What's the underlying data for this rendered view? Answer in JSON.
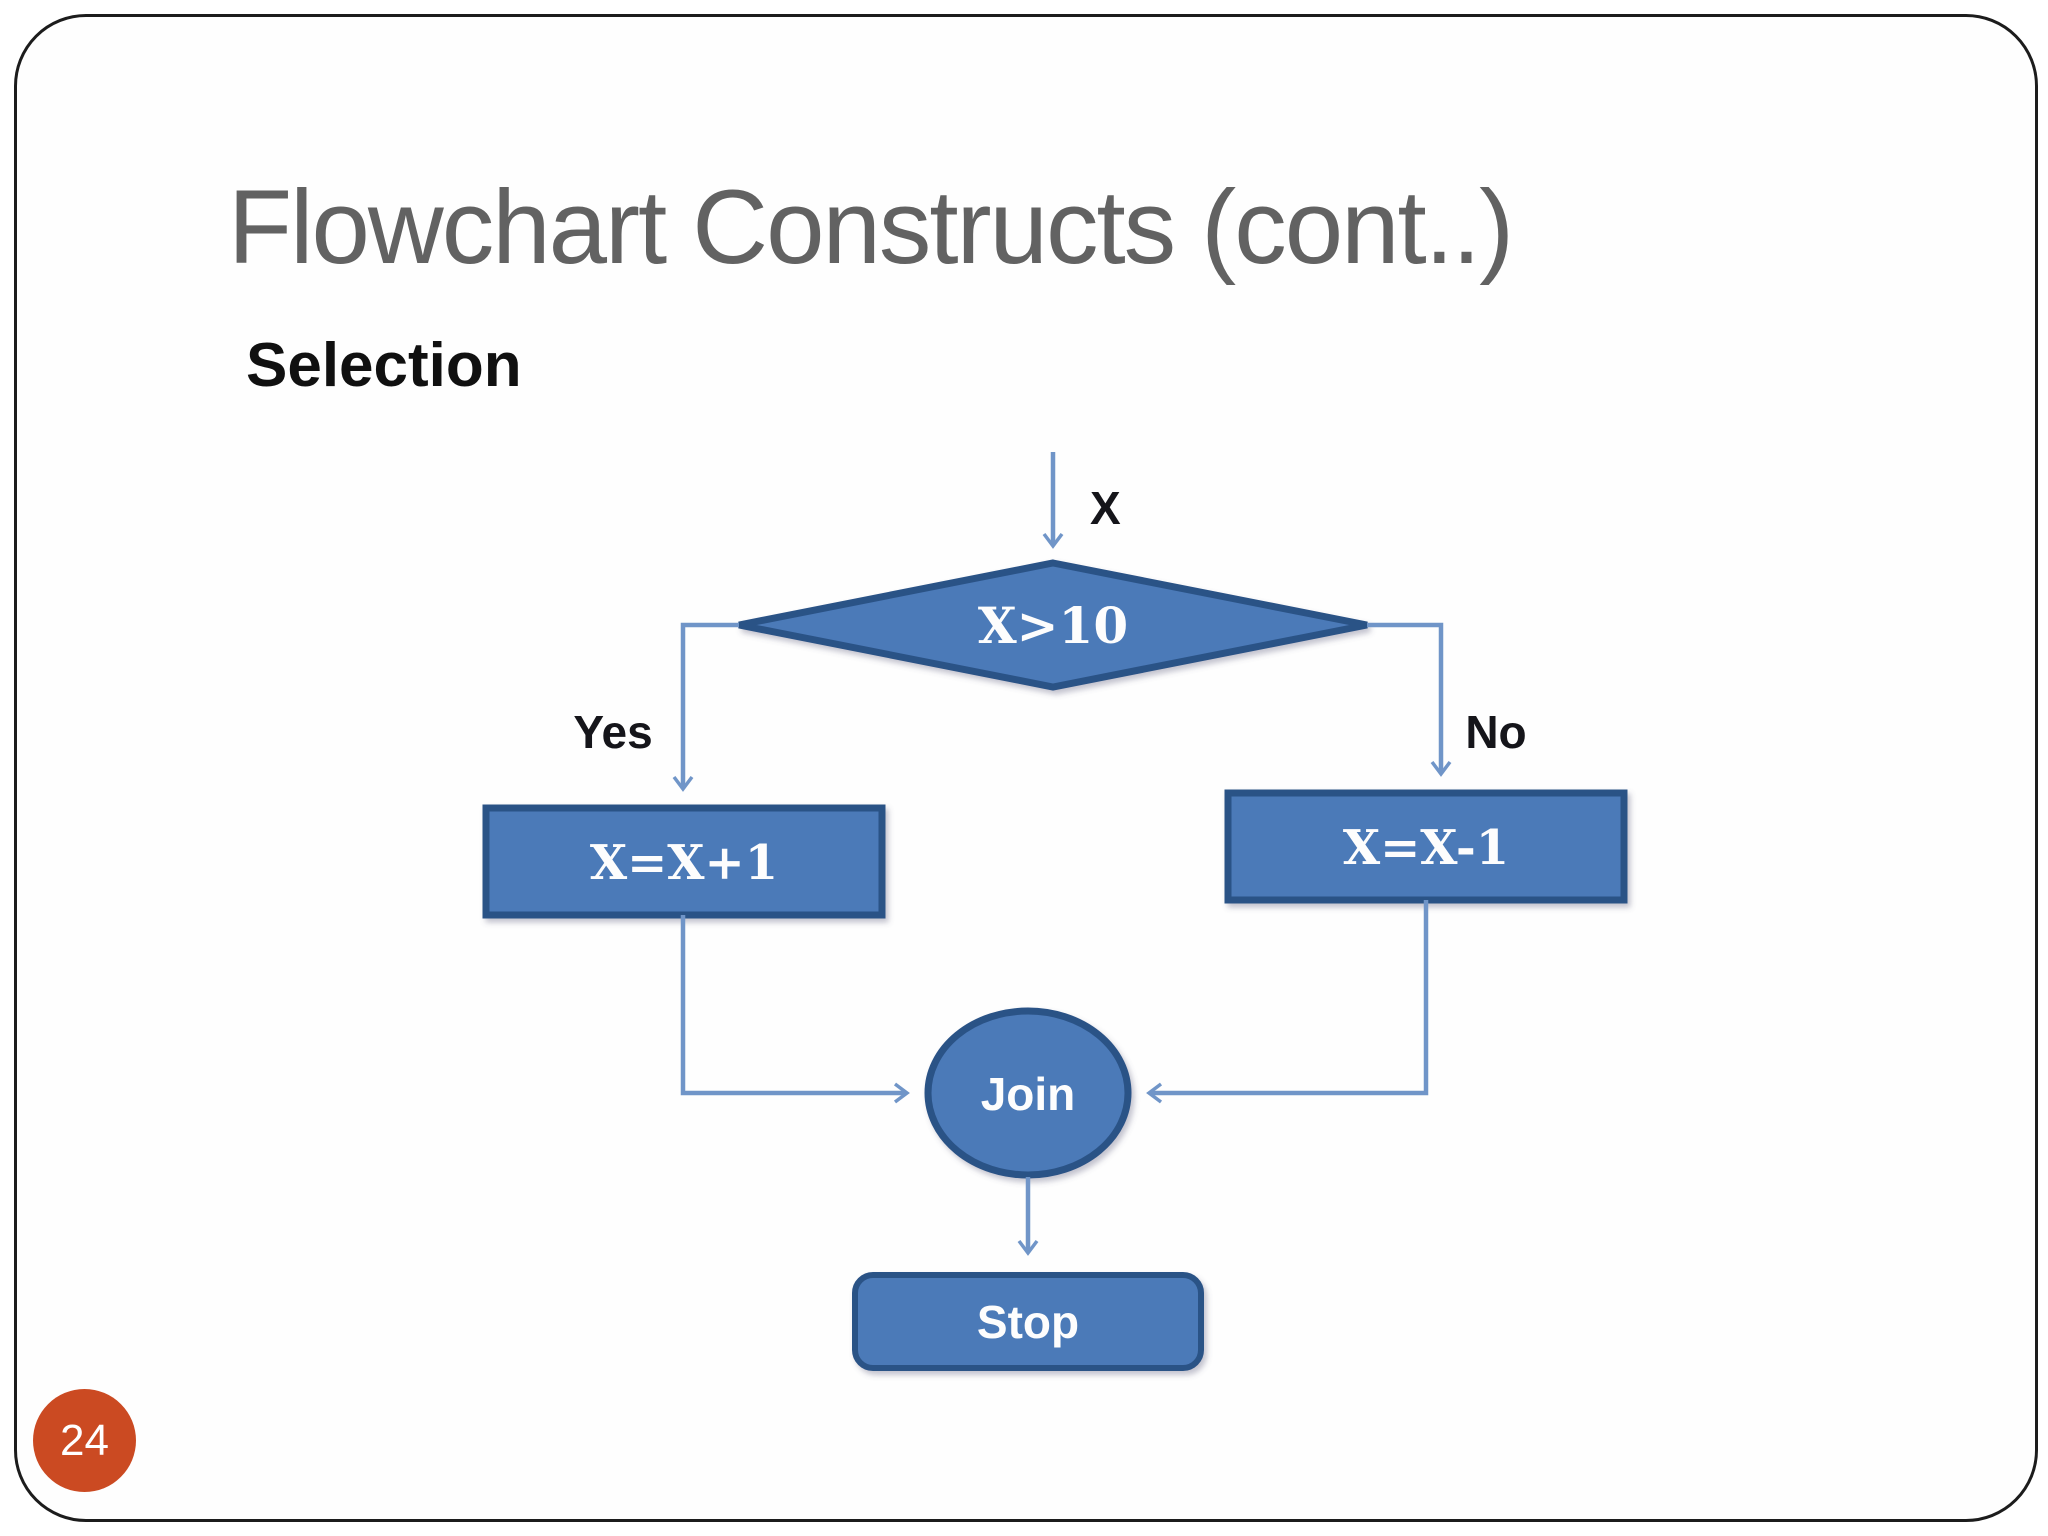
{
  "slide": {
    "title": "Flowchart Constructs (cont..)",
    "subtitle": "Selection",
    "page_number": "24"
  },
  "flowchart": {
    "start_label": "X",
    "decision_label": "X>10",
    "yes_label": "Yes",
    "no_label": "No",
    "yes_box_label": "X=X+1",
    "no_box_label": "X=X-1",
    "join_label": "Join",
    "stop_label": "Stop"
  },
  "colors": {
    "node_fill": "#4b7ab8",
    "node_border": "#2b5286",
    "connector_blue": "#7095c8",
    "title_gray": "#626262",
    "badge_orange": "#cb4a22",
    "slide_border": "#1c1c1c"
  }
}
